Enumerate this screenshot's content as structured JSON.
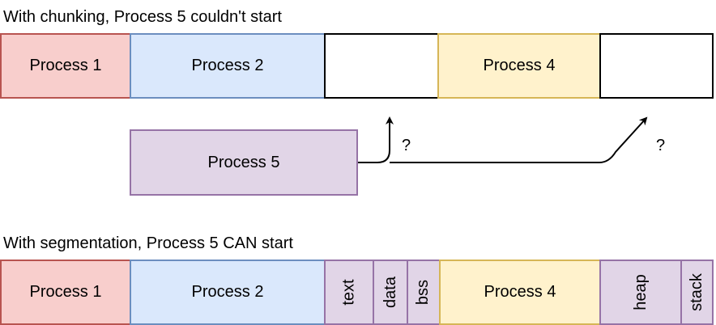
{
  "colors": {
    "process1_fill": "#f8cecc",
    "process2_fill": "#dae8fc",
    "process4_fill": "#fff2cc",
    "process5_fill": "#e1d5e7"
  },
  "chunking": {
    "caption": "With chunking, Process 5 couldn't start",
    "process1": "Process 1",
    "process2": "Process 2",
    "process4": "Process 4",
    "process5": "Process 5",
    "question1": "?",
    "question2": "?"
  },
  "segmentation": {
    "caption": "With segmentation, Process 5 CAN start",
    "process1": "Process 1",
    "process2": "Process 2",
    "process4": "Process 4",
    "segments": {
      "text": "text",
      "data": "data",
      "bss": "bss",
      "heap": "heap",
      "stack": "stack"
    }
  }
}
